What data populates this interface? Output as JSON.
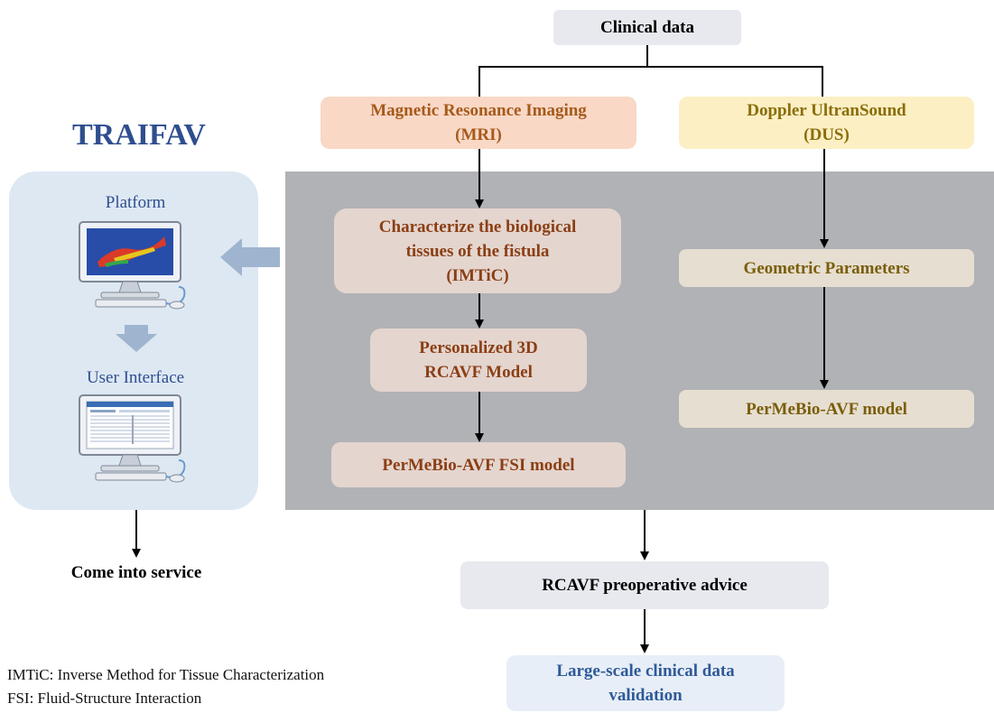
{
  "header": {
    "clinical_data": "Clinical data"
  },
  "sources": {
    "mri_line1": "Magnetic Resonance Imaging",
    "mri_line2": "(MRI)",
    "dus_line1": "Doppler UltranSound",
    "dus_line2": "(DUS)"
  },
  "mri_path": {
    "characterize_line1": "Characterize the biological",
    "characterize_line2": "tissues of the fistula",
    "characterize_line3": "(IMTiC)",
    "model3d_line1": "Personalized 3D",
    "model3d_line2": "RCAVF Model",
    "fsi_model": "PerMeBio-AVF FSI model"
  },
  "dus_path": {
    "geometric": "Geometric Parameters",
    "avf_model": "PerMeBio-AVF model"
  },
  "traifav": {
    "title": "TRAIFAV",
    "platform": "Platform",
    "user_interface": "User Interface",
    "service": "Come into service"
  },
  "outcome": {
    "advice": "RCAVF preoperative advice",
    "validation_line1": "Large-scale clinical data",
    "validation_line2": "validation"
  },
  "legend": {
    "imtic": "IMTiC: Inverse Method for Tissue Characterization",
    "fsi": "FSI: Fluid-Structure Interaction"
  },
  "colors": {
    "gray_panel": "#b0b2b6",
    "traifav_panel": "#dde8f3",
    "traifav_text": "#2f4e8f",
    "mri_box": "#f9d8c6",
    "mri_text": "#a65a1b",
    "dus_box": "#fcefc3",
    "dus_text": "#8a6d0b",
    "brown_box": "#e4d5cf",
    "brown_text": "#8b3f14",
    "olive_box": "#e6ded0",
    "olive_text": "#7a5e0c",
    "clinical_box": "#e7e9ef",
    "validation_text": "#2e5a98"
  }
}
